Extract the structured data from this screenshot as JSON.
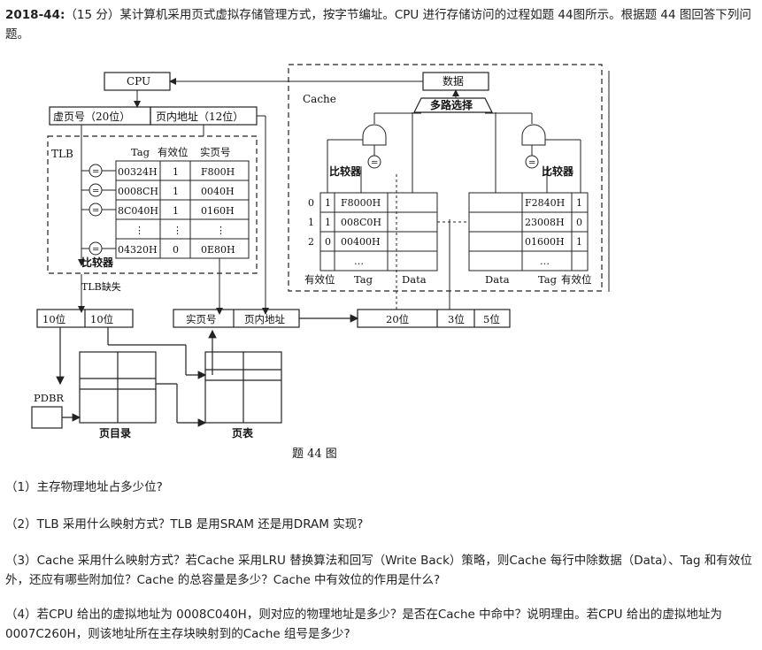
{
  "problem": {
    "id": "2018-44:",
    "score": "（15 分）",
    "text": "某计算机采用页式虚拟存储管理方式，按字节编址。CPU 进行存储访问的过程如题 44图所示。根据题 44 图回答下列问题。"
  },
  "figure": {
    "caption": "题 44 图",
    "cpu": "CPU",
    "vpn": "虚页号（20位）",
    "offset": "页内地址（12位）",
    "tlb": {
      "label": "TLB",
      "headers": [
        "Tag",
        "有效位",
        "实页号"
      ],
      "rows": [
        [
          "00324H",
          "1",
          "F800H"
        ],
        [
          "0008CH",
          "1",
          "0040H"
        ],
        [
          "8C040H",
          "1",
          "0160H"
        ],
        [
          "⋮",
          "⋮",
          "⋮"
        ],
        [
          "04320H",
          "0",
          "0E80H"
        ]
      ],
      "comparator": "比较器",
      "miss": "TLB缺失"
    },
    "split": [
      "10位",
      "10位"
    ],
    "phys": [
      "实页号",
      "页内地址"
    ],
    "paddr": [
      "20位",
      "3位",
      "5位"
    ],
    "pdbr": "PDBR",
    "page_dir": "页目录",
    "page_table": "页表",
    "cache": {
      "label": "Cache",
      "data": "数据",
      "mux": "多路选择",
      "comparator_l": "比较器",
      "comparator_r": "比较器",
      "rows_idx": [
        "0",
        "1",
        "2"
      ],
      "left_valid": [
        "1",
        "1",
        "0"
      ],
      "left_tag": [
        "F8000H",
        "008C0H",
        "00400H",
        "…"
      ],
      "right_tag": [
        "F2840H",
        "23008H",
        "01600H",
        "…"
      ],
      "right_valid": [
        "1",
        "0",
        "1"
      ],
      "labels_left": [
        "有效位",
        "Tag",
        "Data"
      ],
      "labels_right": [
        "Data",
        "Tag",
        "有效位"
      ]
    },
    "equal_sign": "="
  },
  "questions": [
    "（1）主存物理地址占多少位?",
    "（2）TLB 采用什么映射方式？TLB 是用SRAM 还是用DRAM 实现?",
    "（3）Cache 采用什么映射方式？若Cache 采用LRU 替换算法和回写（Write Back）策略，则Cache 每行中除数据（Data）、Tag 和有效位外，还应有哪些附加位？Cache 的总容量是多少？Cache 中有效位的作用是什么?",
    "（4）若CPU 给出的虚拟地址为 0008C040H，则对应的物理地址是多少？是否在Cache 中命中？说明理由。若CPU 给出的虚拟地址为 0007C260H，则该地址所在主存块映射到的Cache 组号是多少?"
  ]
}
